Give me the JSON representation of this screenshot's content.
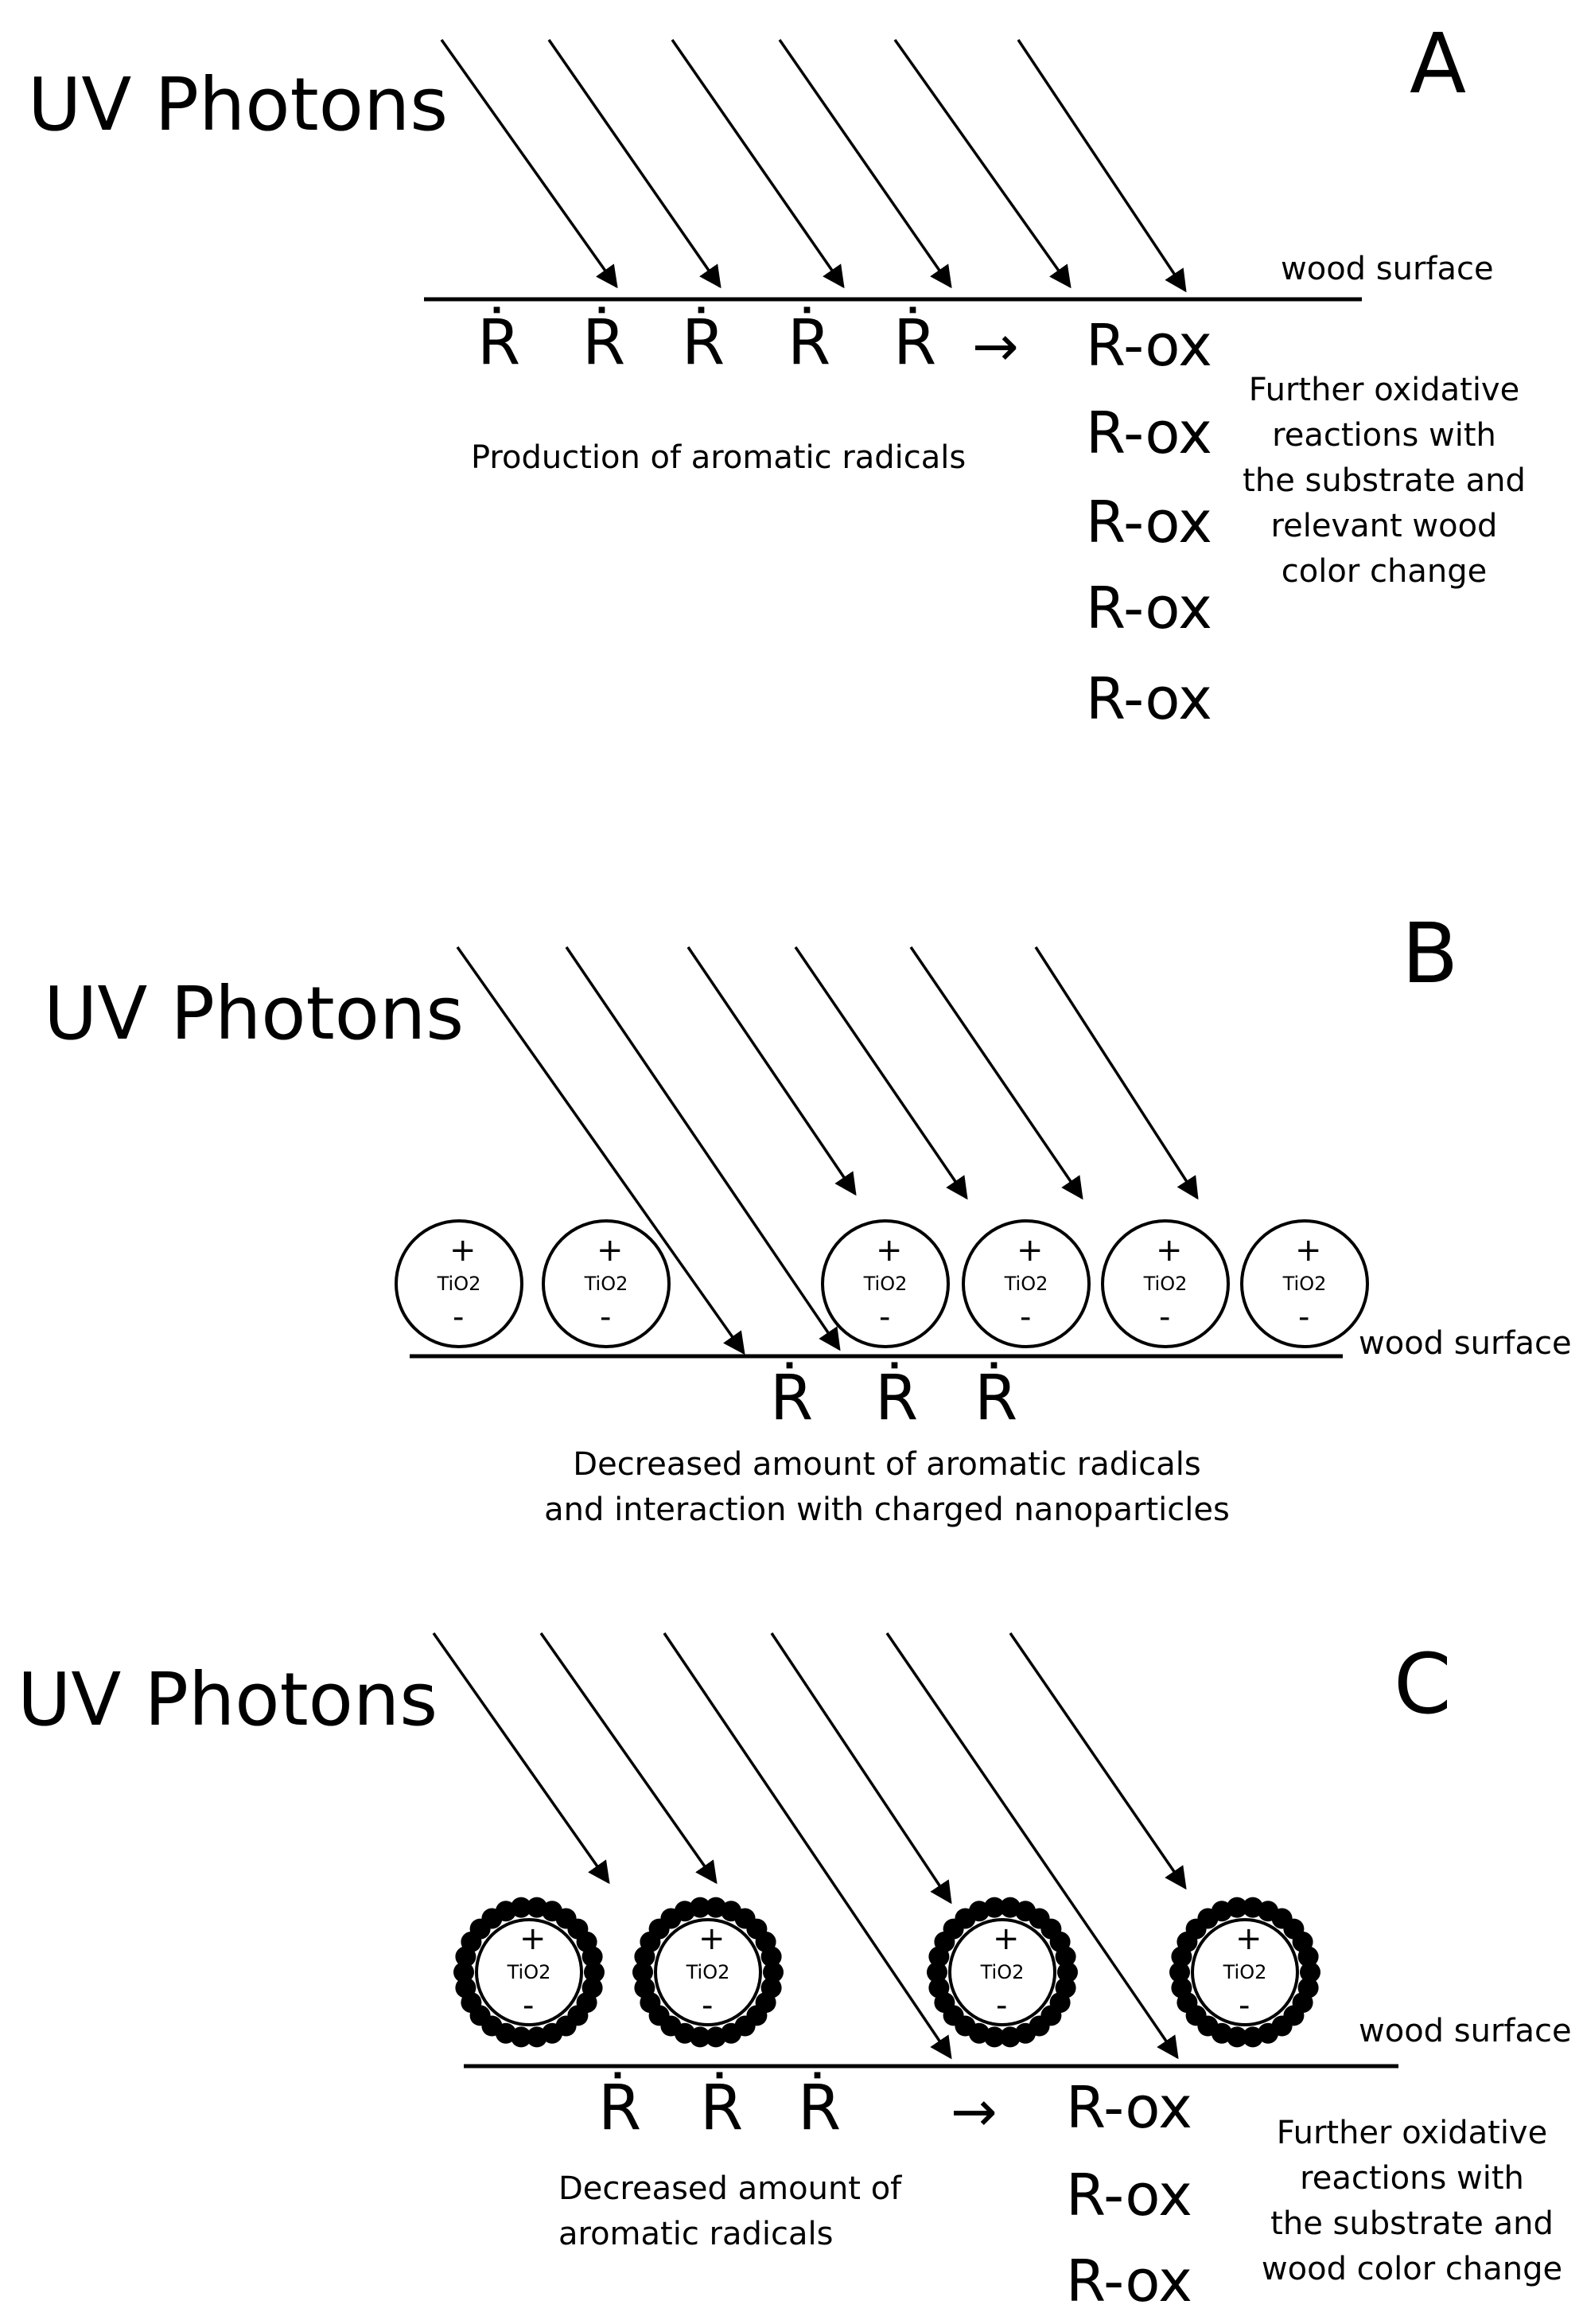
{
  "panels": [
    {
      "letter": "A",
      "uv_label": "UV Photons",
      "surface_label": "wood surface",
      "radical": "Ṙ",
      "arrow_glyph": "→",
      "caption": "Production of aromatic radicals",
      "products": [
        "R-ox",
        "R-ox",
        "R-ox",
        "R-ox",
        "R-ox"
      ],
      "side_note_lines": [
        "Further oxidative",
        "reactions with",
        "the substrate and",
        "relevant wood",
        "color change"
      ]
    },
    {
      "letter": "B",
      "uv_label": "UV Photons",
      "surface_label": "wood surface",
      "radical": "Ṙ",
      "particle_label": "TiO2",
      "plus": "+",
      "minus": "-",
      "caption_lines": [
        "Decreased amount of aromatic radicals",
        "and interaction with charged nanoparticles"
      ]
    },
    {
      "letter": "C",
      "uv_label": "UV Photons",
      "surface_label": "wood surface",
      "radical": "Ṙ",
      "arrow_glyph": "→",
      "particle_label": "TiO2",
      "plus": "+",
      "minus": "-",
      "caption_lines": [
        "Decreased amount of",
        "aromatic radicals"
      ],
      "products": [
        "R-ox",
        "R-ox",
        "R-ox"
      ],
      "side_note_lines": [
        "Further oxidative",
        "reactions with",
        "the substrate and",
        "wood color change"
      ]
    }
  ]
}
